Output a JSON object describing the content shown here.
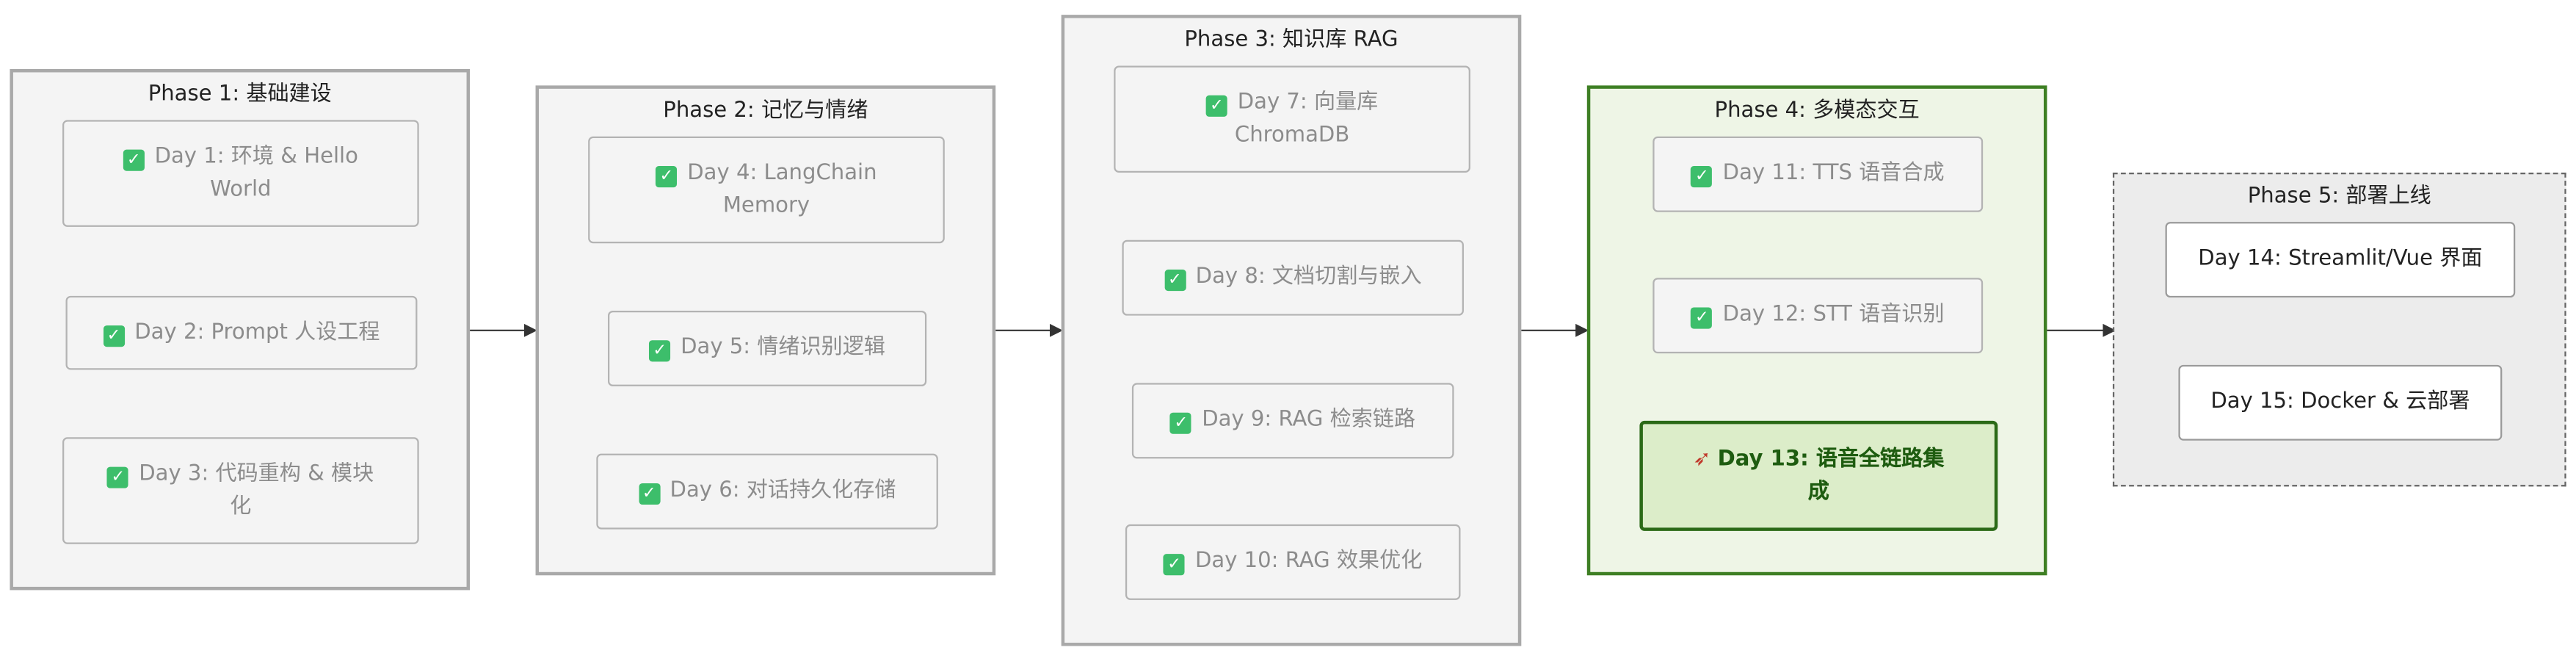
{
  "phases": [
    {
      "title": "Phase 1: 基础建设",
      "status": "done",
      "tasks": [
        {
          "l1": "Day 1: 环境 & Hello",
          "l2": "World",
          "icon": "check-icon"
        },
        {
          "l1": "Day 2: Prompt 人设工程",
          "l2": "",
          "icon": "check-icon"
        },
        {
          "l1": "Day 3: 代码重构 & 模块",
          "l2": "化",
          "icon": "check-icon"
        }
      ]
    },
    {
      "title": "Phase 2: 记忆与情绪",
      "status": "done",
      "tasks": [
        {
          "l1": "Day 4: LangChain",
          "l2": "Memory",
          "icon": "check-icon"
        },
        {
          "l1": "Day 5: 情绪识别逻辑",
          "l2": "",
          "icon": "check-icon"
        },
        {
          "l1": "Day 6: 对话持久化存储",
          "l2": "",
          "icon": "check-icon"
        }
      ]
    },
    {
      "title": "Phase 3: 知识库 RAG",
      "status": "done",
      "tasks": [
        {
          "l1": "Day 7: 向量库",
          "l2": "ChromaDB",
          "icon": "check-icon"
        },
        {
          "l1": "Day 8: 文档切割与嵌入",
          "l2": "",
          "icon": "check-icon"
        },
        {
          "l1": "Day 9: RAG 检索链路",
          "l2": "",
          "icon": "check-icon"
        },
        {
          "l1": "Day 10: RAG 效果优化",
          "l2": "",
          "icon": "check-icon"
        }
      ]
    },
    {
      "title": "Phase 4: 多模态交互",
      "status": "active",
      "tasks": [
        {
          "l1": "Day 11: TTS 语音合成",
          "l2": "",
          "icon": "check-icon"
        },
        {
          "l1": "Day 12: STT 语音识别",
          "l2": "",
          "icon": "check-icon"
        },
        {
          "l1": "Day 13: 语音全链路集",
          "l2": "成",
          "icon": "rocket-icon"
        }
      ]
    },
    {
      "title": "Phase 5: 部署上线",
      "status": "pending",
      "tasks": [
        {
          "l1": "Day 14: Streamlit/Vue 界面",
          "l2": "",
          "icon": ""
        },
        {
          "l1": "Day 15: Docker & 云部署",
          "l2": "",
          "icon": ""
        }
      ]
    }
  ],
  "colors": {
    "done_check": "#3dbe6b",
    "active_border": "#3e7f24",
    "current_fill": "#dcedc9",
    "current_text": "#1e5c10",
    "arrow": "#333333"
  }
}
